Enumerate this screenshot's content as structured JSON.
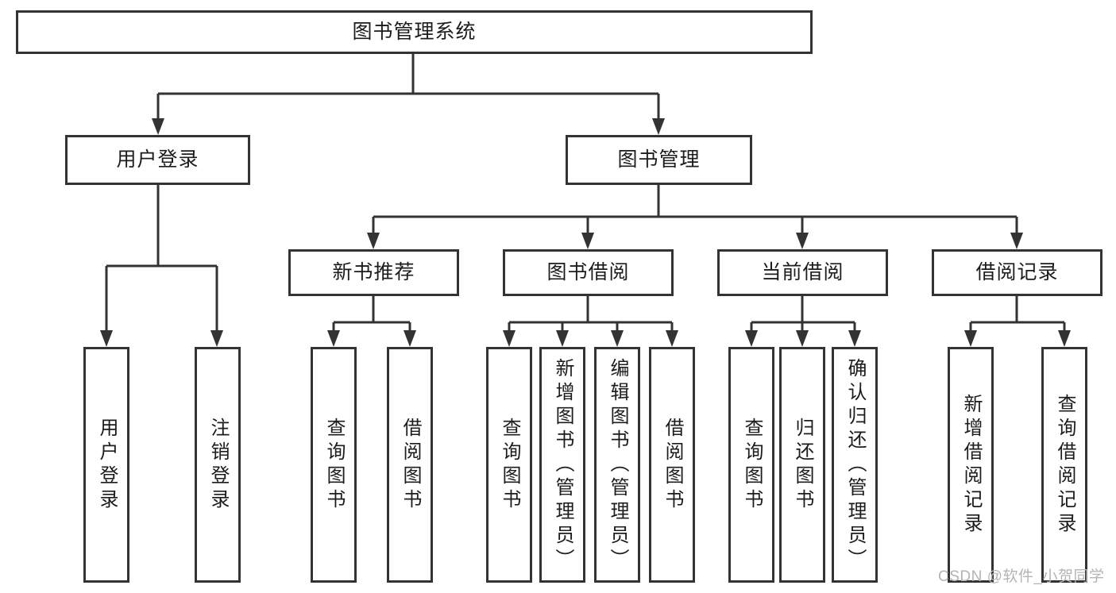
{
  "diagram": {
    "root": {
      "label": "图书管理系统",
      "children": [
        {
          "label": "用户登录",
          "children": [
            {
              "label": "用户登录"
            },
            {
              "label": "注销登录"
            }
          ]
        },
        {
          "label": "图书管理",
          "children": [
            {
              "label": "新书推荐",
              "children": [
                {
                  "label": "查询图书"
                },
                {
                  "label": "借阅图书"
                }
              ]
            },
            {
              "label": "图书借阅",
              "children": [
                {
                  "label": "查询图书"
                },
                {
                  "label": "新增图书（管理员）"
                },
                {
                  "label": "编辑图书（管理员）"
                },
                {
                  "label": "借阅图书"
                }
              ]
            },
            {
              "label": "当前借阅",
              "children": [
                {
                  "label": "查询图书"
                },
                {
                  "label": "归还图书"
                },
                {
                  "label": "确认归还（管理员）"
                }
              ]
            },
            {
              "label": "借阅记录",
              "children": [
                {
                  "label": "新增借阅记录"
                },
                {
                  "label": "查询借阅记录"
                }
              ]
            }
          ]
        }
      ]
    }
  },
  "watermark": {
    "text": "CSDN @软件_小贺同学"
  },
  "colors": {
    "line": "#333333",
    "text": "#1c1c1c",
    "background": "#ffffff",
    "watermark": "#b4b4b4"
  }
}
